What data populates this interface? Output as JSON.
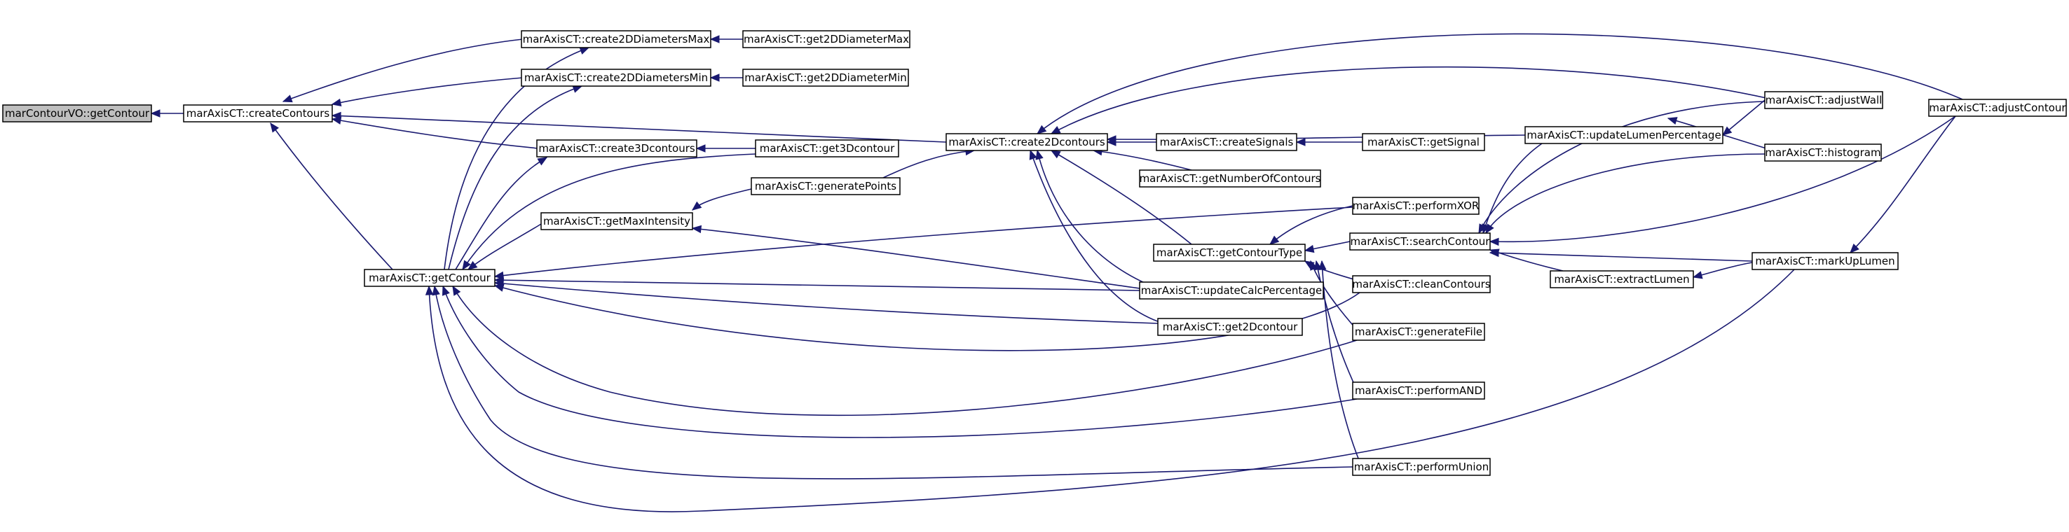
{
  "colors": {
    "edge": "#191970",
    "node_fill": "#ffffff",
    "root_fill": "#bfbfbf",
    "border": "#000000"
  },
  "nodes": [
    {
      "id": "root",
      "label": "marContourVO::getContour",
      "root": true
    },
    {
      "id": "cc",
      "label": "marAxisCT::createContours"
    },
    {
      "id": "gc",
      "label": "marAxisCT::getContour"
    },
    {
      "id": "c2dmax",
      "label": "marAxisCT::create2DDiametersMax"
    },
    {
      "id": "g2dmax",
      "label": "marAxisCT::get2DDiameterMax"
    },
    {
      "id": "c2dmin",
      "label": "marAxisCT::create2DDiametersMin"
    },
    {
      "id": "g2dmin",
      "label": "marAxisCT::get2DDiameterMin"
    },
    {
      "id": "c3d",
      "label": "marAxisCT::create3Dcontours"
    },
    {
      "id": "g3d",
      "label": "marAxisCT::get3Dcontour"
    },
    {
      "id": "gp",
      "label": "marAxisCT::generatePoints"
    },
    {
      "id": "gmi",
      "label": "marAxisCT::getMaxIntensity"
    },
    {
      "id": "c2d",
      "label": "marAxisCT::create2Dcontours"
    },
    {
      "id": "cs",
      "label": "marAxisCT::createSignals"
    },
    {
      "id": "gs",
      "label": "marAxisCT::getSignal"
    },
    {
      "id": "gnoc",
      "label": "marAxisCT::getNumberOfContours"
    },
    {
      "id": "gct",
      "label": "marAxisCT::getContourType"
    },
    {
      "id": "ucp",
      "label": "marAxisCT::updateCalcPercentage"
    },
    {
      "id": "g2d",
      "label": "marAxisCT::get2Dcontour"
    },
    {
      "id": "ulp",
      "label": "marAxisCT::updateLumenPercentage"
    },
    {
      "id": "aw",
      "label": "marAxisCT::adjustWall"
    },
    {
      "id": "ac",
      "label": "marAxisCT::adjustContour"
    },
    {
      "id": "hist",
      "label": "marAxisCT::histogram"
    },
    {
      "id": "pxor",
      "label": "marAxisCT::performXOR"
    },
    {
      "id": "sc",
      "label": "marAxisCT::searchContour"
    },
    {
      "id": "el",
      "label": "marAxisCT::extractLumen"
    },
    {
      "id": "mul",
      "label": "marAxisCT::markUpLumen"
    },
    {
      "id": "clc",
      "label": "marAxisCT::cleanContours"
    },
    {
      "id": "gf",
      "label": "marAxisCT::generateFile"
    },
    {
      "id": "pand",
      "label": "marAxisCT::performAND"
    },
    {
      "id": "pu",
      "label": "marAxisCT::performUnion"
    }
  ],
  "edges": [
    [
      "root",
      "cc"
    ],
    [
      "cc",
      "c2dmax"
    ],
    [
      "cc",
      "c2dmin"
    ],
    [
      "cc",
      "c3d"
    ],
    [
      "cc",
      "c2d"
    ],
    [
      "cc",
      "gc"
    ],
    [
      "c2dmax",
      "g2dmax"
    ],
    [
      "c2dmin",
      "g2dmin"
    ],
    [
      "c3d",
      "g3d"
    ],
    [
      "gmi",
      "gp"
    ],
    [
      "gp",
      "c2d"
    ],
    [
      "gc",
      "c2dmax"
    ],
    [
      "gc",
      "c2dmin"
    ],
    [
      "gc",
      "c3d"
    ],
    [
      "gc",
      "g3d"
    ],
    [
      "gc",
      "gmi"
    ],
    [
      "gc",
      "pxor"
    ],
    [
      "gc",
      "ucp"
    ],
    [
      "gc",
      "g2d"
    ],
    [
      "gc",
      "clc"
    ],
    [
      "gc",
      "gf"
    ],
    [
      "gc",
      "pand"
    ],
    [
      "gc",
      "pu"
    ],
    [
      "gc",
      "mul"
    ],
    [
      "gmi",
      "ucp"
    ],
    [
      "c2d",
      "cs"
    ],
    [
      "c2d",
      "gnoc"
    ],
    [
      "c2d",
      "gct"
    ],
    [
      "c2d",
      "ucp"
    ],
    [
      "c2d",
      "g2d"
    ],
    [
      "c2d",
      "ulp"
    ],
    [
      "c2d",
      "aw"
    ],
    [
      "c2d",
      "ac"
    ],
    [
      "cs",
      "gs"
    ],
    [
      "gct",
      "pxor"
    ],
    [
      "gct",
      "sc"
    ],
    [
      "gct",
      "clc"
    ],
    [
      "gct",
      "gf"
    ],
    [
      "gct",
      "pand"
    ],
    [
      "gct",
      "pu"
    ],
    [
      "ulp",
      "aw"
    ],
    [
      "ulp",
      "hist"
    ],
    [
      "sc",
      "el"
    ],
    [
      "sc",
      "mul"
    ],
    [
      "sc",
      "ulp"
    ],
    [
      "sc",
      "aw"
    ],
    [
      "sc",
      "hist"
    ],
    [
      "sc",
      "ac"
    ],
    [
      "el",
      "mul"
    ],
    [
      "mul",
      "ac"
    ]
  ]
}
